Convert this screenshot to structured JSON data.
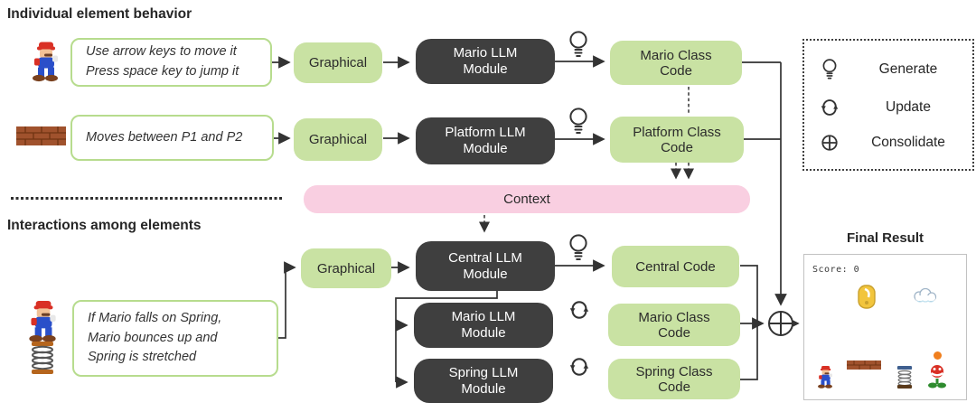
{
  "headings": {
    "individual": "Individual element behavior",
    "interactions": "Interactions among elements"
  },
  "top_rows": [
    {
      "prompt_line1": "Use arrow keys to move it",
      "prompt_line2": "Press space key to jump it",
      "stage": "Graphical",
      "module_line1": "Mario LLM",
      "module_line2": "Module",
      "code_line1": "Mario Class",
      "code_line2": "Code"
    },
    {
      "prompt_line1": "Moves between P1 and P2",
      "stage": "Graphical",
      "module_line1": "Platform LLM",
      "module_line2": "Module",
      "code_line1": "Platform Class",
      "code_line2": "Code"
    }
  ],
  "context_label": "Context",
  "interaction": {
    "prompt_line1": "If Mario falls on Spring,",
    "prompt_line2": "Mario bounces up and",
    "prompt_line3": "Spring is stretched",
    "stage": "Graphical",
    "central": {
      "module_line1": "Central LLM",
      "module_line2": "Module",
      "code": "Central Code"
    },
    "mario": {
      "module_line1": "Mario LLM",
      "module_line2": "Module",
      "code_line1": "Mario Class",
      "code_line2": "Code"
    },
    "spring": {
      "module_line1": "Spring LLM",
      "module_line2": "Module",
      "code_line1": "Spring Class",
      "code_line2": "Code"
    }
  },
  "legend": {
    "generate_label": "Generate",
    "update_label": "Update",
    "consolidate_label": "Consolidate"
  },
  "final_result": {
    "title": "Final Result",
    "score_text": "Score: 0"
  },
  "colors": {
    "green_fill": "#c9e2a3",
    "green_border": "#b7dc8e",
    "dark_fill": "#3f3f3f",
    "pink_fill": "#f9cfe1",
    "line": "#333333"
  }
}
